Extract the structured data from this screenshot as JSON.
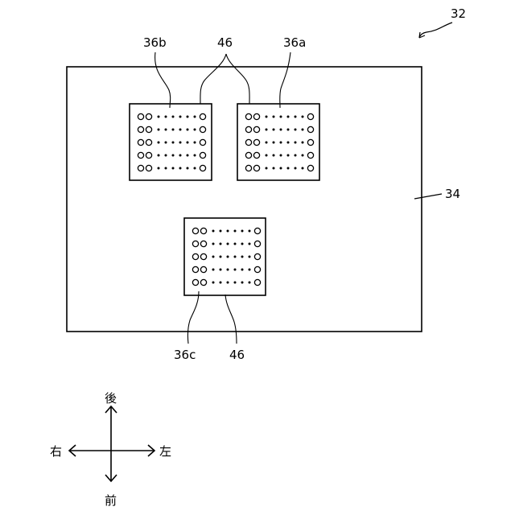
{
  "labels": {
    "device": "32",
    "board": "34",
    "module_a": "36a",
    "module_b": "36b",
    "module_c": "36c",
    "pins_top": "46",
    "pins_bottom": "46"
  },
  "directions": {
    "rear": "後",
    "front": "前",
    "right": "右",
    "left": "左"
  },
  "pin_grid": {
    "rows": 5,
    "left_circles": 2,
    "dots": 6,
    "right_circles": 1
  }
}
